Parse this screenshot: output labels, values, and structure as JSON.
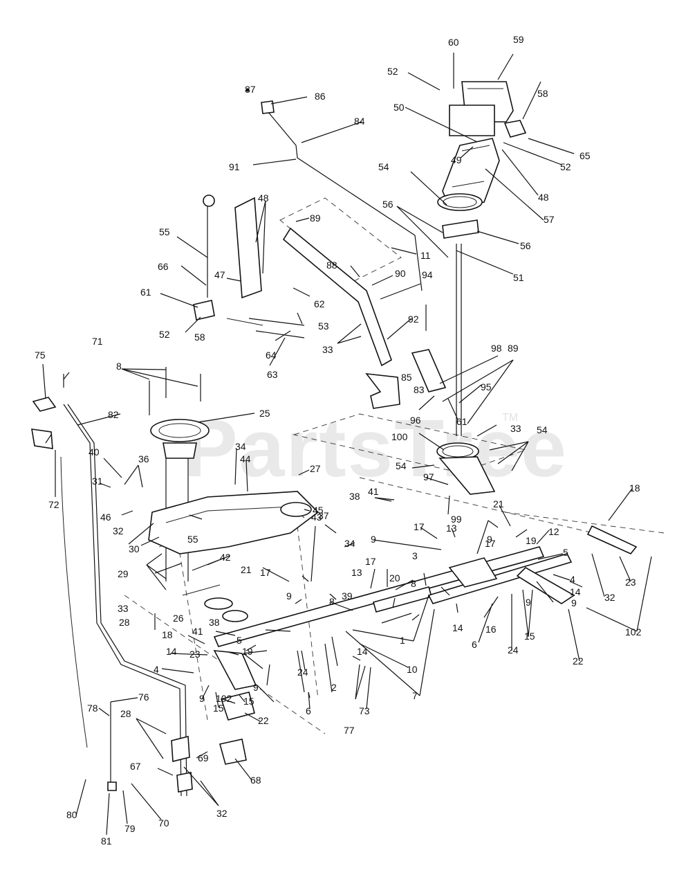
{
  "watermark": {
    "text": "PartsTree",
    "mark": "TM"
  },
  "callouts": [
    "1",
    "2",
    "3",
    "4",
    "5",
    "6",
    "7",
    "8",
    "9",
    "10",
    "11",
    "12",
    "13",
    "14",
    "15",
    "16",
    "17",
    "18",
    "19",
    "20",
    "21",
    "22",
    "23",
    "24",
    "25",
    "26",
    "27",
    "28",
    "29",
    "30",
    "31",
    "32",
    "33",
    "34",
    "36",
    "37",
    "38",
    "39",
    "40",
    "41",
    "42",
    "43",
    "44",
    "45",
    "46",
    "47",
    "48",
    "49",
    "50",
    "51",
    "52",
    "53",
    "54",
    "55",
    "56",
    "57",
    "58",
    "59",
    "60",
    "61",
    "62",
    "63",
    "64",
    "65",
    "66",
    "67",
    "68",
    "69",
    "70",
    "71",
    "72",
    "73",
    "75",
    "76",
    "77",
    "78",
    "79",
    "80",
    "81",
    "82",
    "83",
    "84",
    "85",
    "86",
    "87",
    "88",
    "89",
    "90",
    "91",
    "92",
    "94",
    "95",
    "96",
    "97",
    "98",
    "99",
    "100",
    "102"
  ]
}
